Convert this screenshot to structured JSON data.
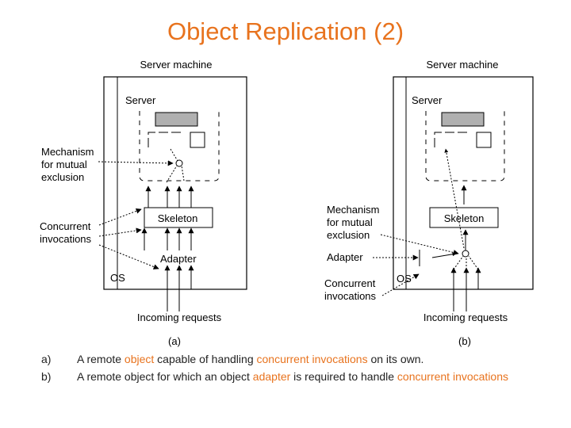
{
  "title": "Object Replication (2)",
  "diagram_a": {
    "server_machine": "Server machine",
    "server": "Server",
    "mechanism": [
      "Mechanism",
      "for mutual",
      "exclusion"
    ],
    "concurrent": [
      "Concurrent",
      "invocations"
    ],
    "skeleton": "Skeleton",
    "adapter": "Adapter",
    "os": "OS",
    "incoming": "Incoming requests",
    "label": "(a)"
  },
  "diagram_b": {
    "server_machine": "Server machine",
    "server": "Server",
    "mechanism": [
      "Mechanism",
      "for mutual",
      "exclusion"
    ],
    "concurrent": [
      "Concurrent",
      "invocations"
    ],
    "skeleton": "Skeleton",
    "adapter": "Adapter",
    "os": "OS",
    "incoming": "Incoming requests",
    "label": "(b)"
  },
  "captions": {
    "a": {
      "letter": "a)",
      "p1": "A remote ",
      "h1": "object",
      "p2": " capable of handling ",
      "h2": "concurrent invocations",
      "p3": " on its own."
    },
    "b": {
      "letter": "b)",
      "p1": "A remote object for which an object ",
      "h1": "adapter",
      "p2": " is required to handle ",
      "h2": "concurrent invocations"
    }
  },
  "colors": {
    "accent": "#e8731e",
    "box_fill": "#b0b0b0"
  }
}
